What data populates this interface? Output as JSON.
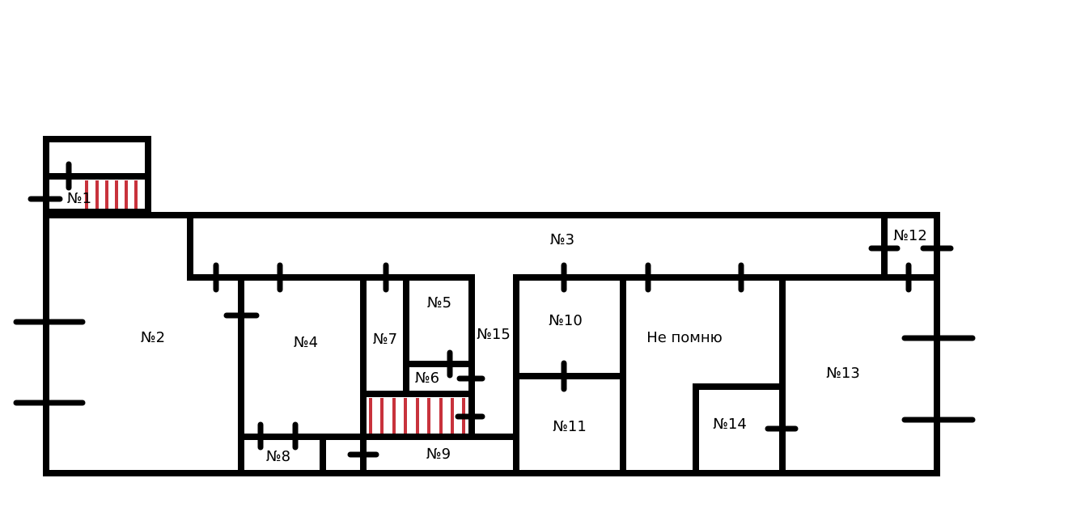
{
  "colors": {
    "wall": "#000000",
    "stairs": "#c8323c",
    "background": "#ffffff"
  },
  "rooms": [
    {
      "id": "r1",
      "label": "№1"
    },
    {
      "id": "r2",
      "label": "№2"
    },
    {
      "id": "r3",
      "label": "№3"
    },
    {
      "id": "r4",
      "label": "№4"
    },
    {
      "id": "r5",
      "label": "№5"
    },
    {
      "id": "r6",
      "label": "№6"
    },
    {
      "id": "r7",
      "label": "№7"
    },
    {
      "id": "r8",
      "label": "№8"
    },
    {
      "id": "r9",
      "label": "№9"
    },
    {
      "id": "r10",
      "label": "№10"
    },
    {
      "id": "r11",
      "label": "№11"
    },
    {
      "id": "r12",
      "label": "№12"
    },
    {
      "id": "r13",
      "label": "№13"
    },
    {
      "id": "r14",
      "label": "№14"
    },
    {
      "id": "r15",
      "label": "№15"
    },
    {
      "id": "unknown",
      "label": "Не помню"
    }
  ]
}
